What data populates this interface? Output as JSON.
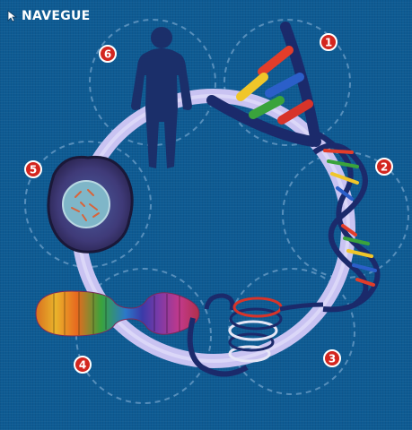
{
  "nav": {
    "label": "NAVEGUE",
    "icon": "cursor-arrow-icon"
  },
  "colors": {
    "background": "#0e5b93",
    "ring": "#c9c3f2",
    "badge": "#d3261f",
    "dna_backbone": "#1b2a6b"
  },
  "steps": [
    {
      "number": "1",
      "subject": "dna-bases"
    },
    {
      "number": "2",
      "subject": "dna-double-helix"
    },
    {
      "number": "3",
      "subject": "coiled-dna"
    },
    {
      "number": "4",
      "subject": "chromosome"
    },
    {
      "number": "5",
      "subject": "cell-nucleus"
    },
    {
      "number": "6",
      "subject": "human-body"
    }
  ]
}
